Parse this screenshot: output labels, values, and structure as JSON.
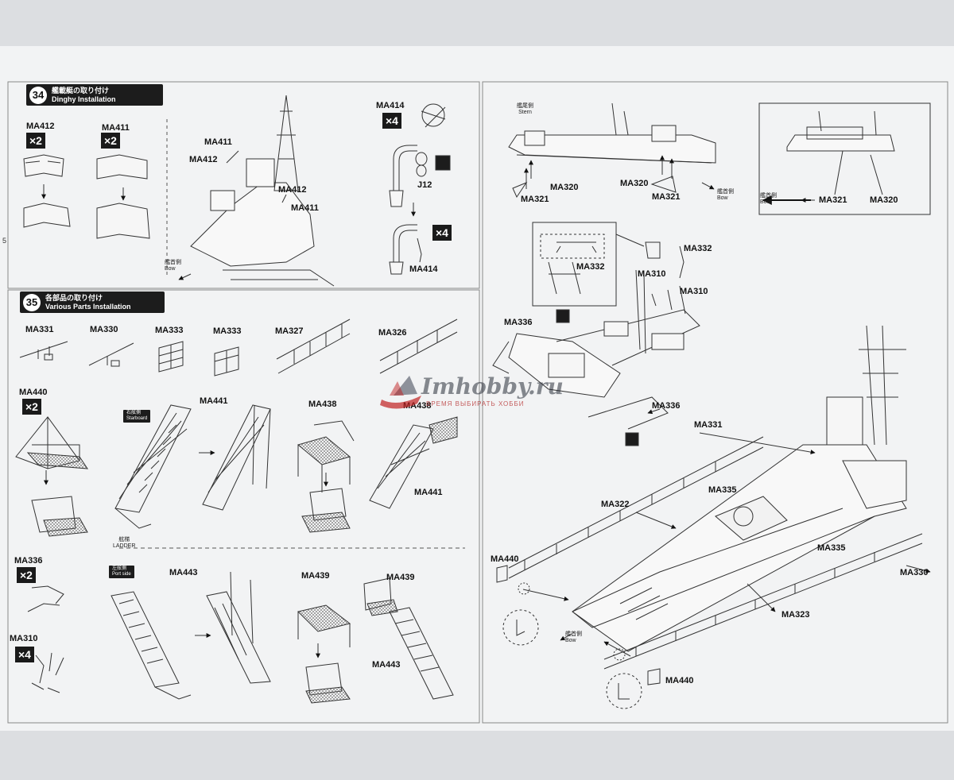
{
  "steps": {
    "s34": {
      "number": "34",
      "jp": "艦載艇の取り付け",
      "en": "Dinghy Installation"
    },
    "s35": {
      "number": "35",
      "jp": "各部品の取り付け",
      "en": "Various Parts Installation"
    }
  },
  "page_marker": "5",
  "orientation": {
    "bow_jp": "艦首側",
    "bow_en": "Bow",
    "stern_jp": "艦尾側",
    "stern_en": "Stern"
  },
  "side_labels": {
    "starboard_jp": "右舷側",
    "starboard_en": "Starboard",
    "port_jp": "左舷側",
    "port_en": "Port side",
    "ladder_jp": "舷梯",
    "ladder_en": "LADDER"
  },
  "quantities": {
    "x2": "×2",
    "x4": "×4"
  },
  "parts": {
    "ma412": "MA412",
    "ma411": "MA411",
    "ma414": "MA414",
    "j12": "J12",
    "ma331": "MA331",
    "ma330": "MA330",
    "ma333": "MA333",
    "ma327": "MA327",
    "ma326": "MA326",
    "ma440": "MA440",
    "ma441": "MA441",
    "ma438": "MA438",
    "ma336": "MA336",
    "ma310": "MA310",
    "ma443": "MA443",
    "ma439": "MA439",
    "ma321": "MA321",
    "ma320": "MA320",
    "ma332": "MA332",
    "ma335": "MA335",
    "ma322": "MA322",
    "ma323": "MA323"
  },
  "watermark": {
    "text": "Imhobby.ru",
    "tagline": "ВРЕМЯ ВЫБИРАТЬ ХОББИ"
  }
}
